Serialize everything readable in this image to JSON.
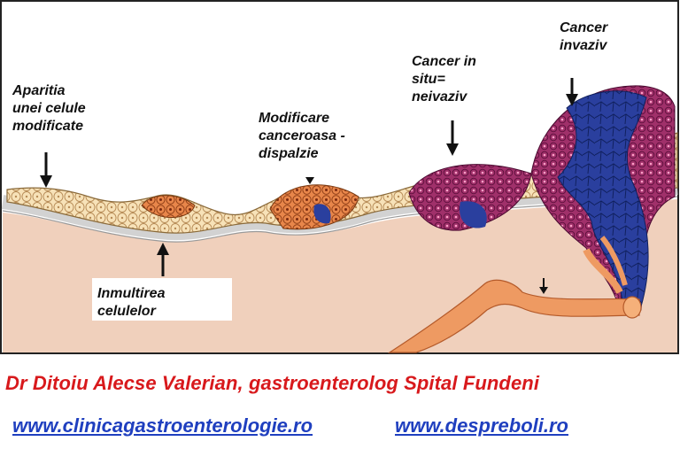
{
  "diagram": {
    "labels": {
      "stage1": [
        "Aparitia",
        "unei celule",
        "modificate"
      ],
      "stage2": [
        "Inmultirea",
        "celulelor"
      ],
      "stage3": [
        "Modificare",
        "canceroasa -",
        "dispalzie"
      ],
      "stage4": [
        "Cancer in",
        "situ=",
        "neivaziv"
      ],
      "stage5": [
        "Cancer",
        "invaziv"
      ]
    },
    "colors": {
      "tissue": "#f0d0bc",
      "epithelium_cells": "#f7e2b8",
      "basement_membrane": "#d9d9d9",
      "dysplasia": "#e8864a",
      "in_situ": "#a0306a",
      "invasive": "#2a3f9e",
      "vessel": "#ee9a62"
    }
  },
  "footer": {
    "author": "Dr Ditoiu Alecse Valerian, gastroenterolog Spital Fundeni",
    "link1": "www.clinicagastroenterologie.ro",
    "link2": "www.despreboli.ro"
  }
}
